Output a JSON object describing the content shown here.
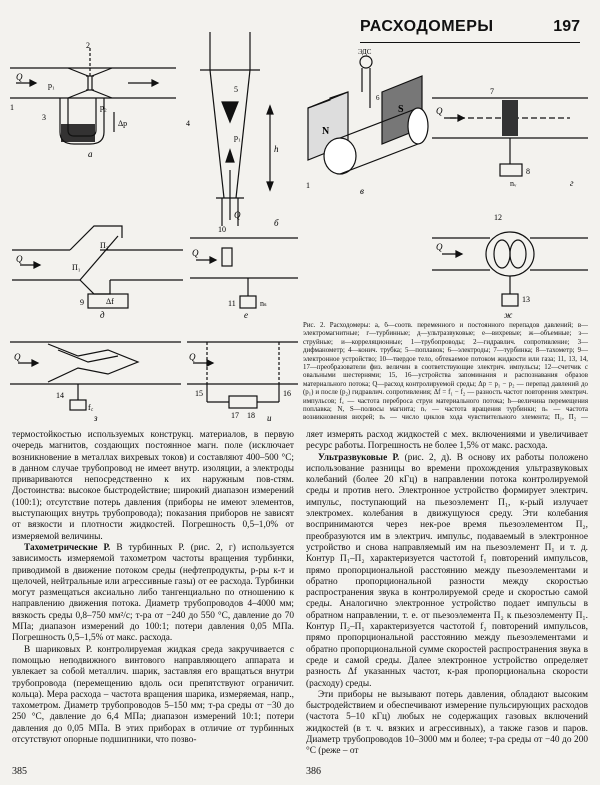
{
  "header": {
    "title": "РАСХОДОМЕРЫ",
    "page_number": "197"
  },
  "figures": {
    "a": "а",
    "b": "б",
    "v": "в",
    "g": "г",
    "d": "д",
    "e": "е",
    "zh": "ж",
    "z": "з",
    "i": "и",
    "labels": {
      "q": "Q",
      "p1": "p₁",
      "p2": "p₂",
      "dp": "Δp",
      "h": "h",
      "n": "N",
      "s": "S",
      "eds": "ЭДС",
      "ns": "nₛ",
      "nv": "nᵥ",
      "fc": "f꜀",
      "df": "Δf",
      "pi1": "П₁",
      "pi2": "П₂",
      "n1": "1",
      "n2": "2",
      "n3": "3",
      "n4": "4",
      "n5": "5",
      "n6": "6",
      "n7": "7",
      "n8": "8",
      "n9": "9",
      "n10": "10",
      "n11": "11",
      "n12": "12",
      "n13": "13",
      "n14": "14",
      "n15": "15",
      "n16": "16",
      "n17": "17",
      "n18": "18"
    }
  },
  "caption": "Рис. 2. Расходомеры: а, б—соотв. переменного и постоянного перепадов давлений; в—электромагнитные; г—турбинные; д—ультразвуковые; е—вихревые; ж—объемные; з—струйные; и—корреляционные; 1—трубопроводы; 2—гидравлич. сопротивление; 3—дифманометр; 4—конич. трубка; 5—поплавок; 6—электроды; 7—турбинка; 8—тахометр; 9—электронное устройство; 10—твердое тело, обтекаемое потоком жидкости или газа; 11, 13, 14, 17—преобразователи физ. величин в соответствующие электрич. импульсы; 12—счетчик с овальными шестернями; 15, 16—устройства запоминания и распознавания образов материального потока; Q—расход контролируемой среды; Δp = p₁ − p₂ — перепад давлений до (p₁) и после (p₂) гидравлич. сопротивления; Δf = f₁ − f₂ — разность частот повторения электрич. импульсов; f꜀ — частота переброса струи материального потока; h—величина перемещения поплавка; N, S—полюсы магнита; nᵥ — частота вращения турбинки; nₛ — частота возникновения вихрей; nₛ — число циклов хода чувствительного элемента; П₁, П₂ — пьезоэлементы; т—время; в—круговая частота.",
  "columns": {
    "left": [
      {
        "lead": "",
        "text": "термостойкостью используемых конструкц. материалов, в первую очередь магнитов, создающих постоянное магн. поле (исключает возникновение в металлах вихревых токов) и составляют 400–500 °С; в данном случае трубопровод не имеет внутр. изоляции, а электроды привариваются непосредственно к их наружным пов-стям. Достоинства: высокое быстродействие; широкий диапазон измерений (100:1); отсутствие потерь давления (приборы не имеют элементов, выступающих внутрь трубопровода); показания приборов не зависят от вязкости и плотности жидкостей. Погрешность 0,5–1,0% от измеряемой величины."
      },
      {
        "lead": "Тахометрические Р.",
        "text": " В турбинных Р. (рис. 2, г) используется зависимость измеряемой тахометром частоты вращения турбинки, приводимой в движение потоком среды (нефтепродукты, р-ры к-т и щелочей, нейтральные или агрессивные газы) от ее расхода. Турбинки могут размещаться аксиально либо тангенциально по отношению к направлению движения потока. Диаметр трубопроводов 4–4000 мм; вязкость среды 0,8–750 мм²/с; т-ра от −240 до 550 °С, давление до 70 МПа; диапазон измерений до 100:1; потери давления 0,05 МПа. Погрешность 0,5–1,5% от макс. расхода."
      },
      {
        "lead": "",
        "text": "В шариковых Р. контролируемая жидкая среда закручивается с помощью неподвижного винтового направляющего аппарата и увлекает за собой металлич. шарик, заставляя его вращаться внутри трубопровода (перемещению вдоль оси препятствуют ограничит. кольца). Мера расхода – частота вращения шарика, измеряемая, напр., тахометром. Диаметр трубопроводов 5–150 мм; т-ра среды от −30 до 250 °С, давление до 6,4 МПа; диапазон измерений 10:1; потери давления до 0,05 МПа. В этих приборах в отличие от турбинных отсутствуют опорные подшипники, что позво-"
      }
    ],
    "right": [
      {
        "lead": "",
        "text": "ляет измерять расход жидкостей с мех. включениями и увеличивает ресурс работы. Погрешность не более 1,5% от макс. расхода."
      },
      {
        "lead": "Ультразвуковые Р.",
        "text": " (рис. 2, д). В основу их работы положено использование разницы во времени прохождения ультразвуковых колебаний (более 20 кГц) в направлении потока контролируемой среды и против него. Электронное устройство формирует электрич. импульс, поступающий на пьезоэлемент П₁, к-рый излучает электромех. колебания в движущуюся среду. Эти колебания воспринимаются через нек-рое время пьезоэлементом П₂, преобразуются им в электрич. импульс, подаваемый в электронное устройство и снова направляемый им на пьезоэлемент П₁ и т. д. Контур П₁–П₂ характеризуется частотой f₁ повторений импульсов, прямо пропорциональной расстоянию между пьезоэлементами и обратно пропорциональной разности между скоростью распространения звука в контролируемой среде и скоростью самой среды. Аналогично электронное устройство подает импульсы в обратном направлении, т. е. от пьезоэлемента П₂ к пьезоэлементу П₁. Контур П₂–П₁ характеризуется частотой f₂ повторений импульсов, прямо пропорциональной расстоянию между пьезоэлементами и обратно пропорциональной сумме скоростей распространения звука в среде и самой среды. Далее электронное устройство определяет разность Δf указанных частот, к-рая пропорциональна скорости (расходу) среды."
      },
      {
        "lead": "",
        "text": "Эти приборы не вызывают потерь давления, обладают высоким быстродействием и обеспечивают измерение пульсирующих расходов (частота 5–10 кГц) любых не содержащих газовых включений жидкостей (в т. ч. вязких и агрессивных), а также газов и паров. Диаметр трубопроводов 10–3000 мм и более; т-ра среды от −40 до 200 °С (реже – от"
      }
    ]
  },
  "footer": {
    "left_page": "385",
    "right_page": "386"
  }
}
